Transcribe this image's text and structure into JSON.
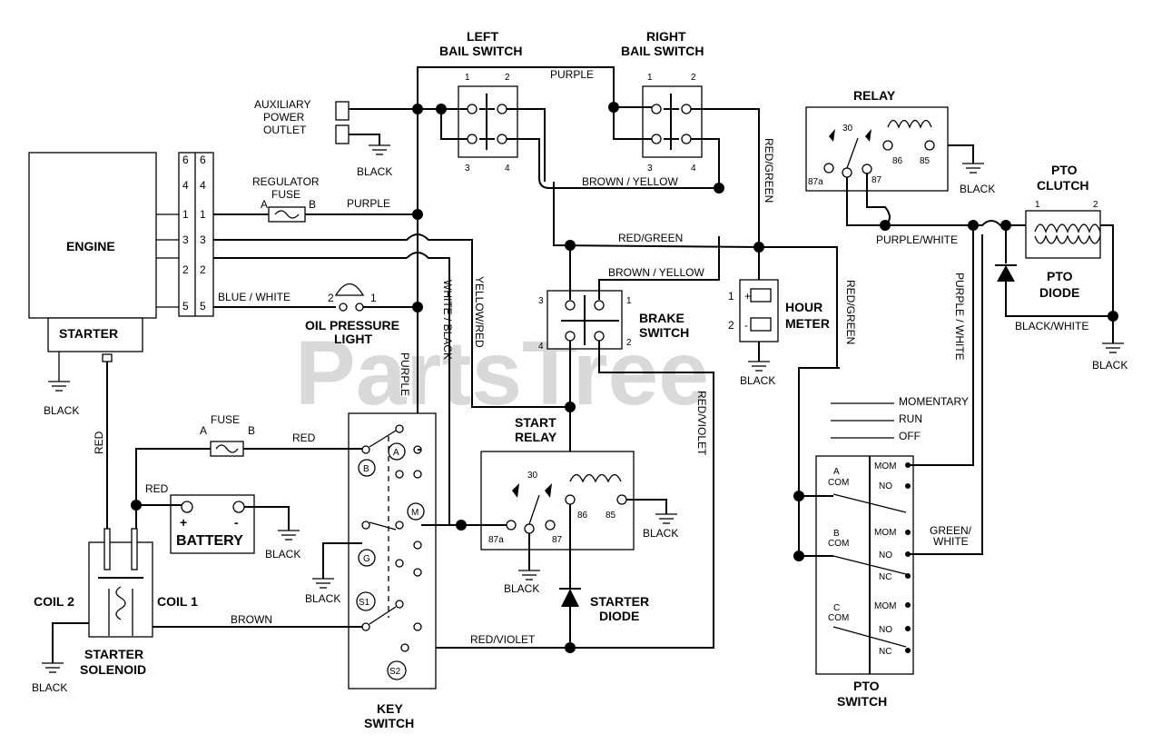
{
  "components": {
    "left_bail_switch": [
      "LEFT",
      "BAIL SWITCH"
    ],
    "right_bail_switch": [
      "RIGHT",
      "BAIL SWITCH"
    ],
    "relay": "RELAY",
    "pto_clutch": [
      "PTO",
      "CLUTCH"
    ],
    "pto_diode": [
      "PTO",
      "DIODE"
    ],
    "auxiliary_power_outlet": [
      "AUXILIARY",
      "POWER",
      "OUTLET"
    ],
    "engine": "ENGINE",
    "starter": "STARTER",
    "regulator_fuse": [
      "REGULATOR",
      "FUSE"
    ],
    "oil_pressure_light": [
      "OIL PRESSURE",
      "LIGHT"
    ],
    "hour_meter": [
      "HOUR",
      "METER"
    ],
    "brake_switch": [
      "BRAKE",
      "SWITCH"
    ],
    "fuse": "FUSE",
    "battery": "BATTERY",
    "start_relay": [
      "START",
      "RELAY"
    ],
    "starter_diode": [
      "STARTER",
      "DIODE"
    ],
    "starter_solenoid": [
      "STARTER",
      "SOLENOID"
    ],
    "coil_1": "COIL 1",
    "coil_2": "COIL 2",
    "key_switch": [
      "KEY",
      "SWITCH"
    ],
    "pto_switch": [
      "PTO",
      "SWITCH"
    ]
  },
  "wire_labels": {
    "purple": "PURPLE",
    "brown_yellow": "BROWN / YELLOW",
    "red_green": "RED/GREEN",
    "purple_white": "PURPLE/WHITE",
    "purple_white_spaced": "PURPLE / WHITE",
    "black_white": "BLACK/WHITE",
    "black": "BLACK",
    "blue_white": "BLUE / WHITE",
    "white_black": "WHITE / BLACK",
    "yellow_red": "YELLOW/RED",
    "red_violet": "RED/VIOLET",
    "red": "RED",
    "brown": "BROWN",
    "green_white": [
      "GREEN/",
      "WHITE"
    ]
  },
  "terminals": {
    "bail": [
      "1",
      "2",
      "3",
      "4"
    ],
    "relay": [
      "30",
      "87a",
      "87",
      "86",
      "85"
    ],
    "fuse_ab": [
      "A",
      "B"
    ],
    "pto_clutch": [
      "1",
      "2"
    ],
    "engine_connector": [
      "6",
      "4",
      "1",
      "3",
      "2",
      "5"
    ],
    "oil_light": [
      "2",
      "1"
    ],
    "hour_meter": [
      "1",
      "2",
      "+",
      "-"
    ],
    "brake": [
      "3",
      "1",
      "4",
      "2"
    ],
    "battery": [
      "+",
      "-"
    ],
    "key_switch": [
      "A",
      "B",
      "M",
      "G",
      "S1",
      "S2"
    ],
    "pto_switch": {
      "positions": [
        "MOMENTARY",
        "RUN",
        "OFF"
      ],
      "coms": [
        [
          "A",
          "COM"
        ],
        [
          "B",
          "COM"
        ],
        [
          "C",
          "COM"
        ]
      ],
      "contacts": [
        "MOM",
        "NO",
        "NC"
      ]
    }
  },
  "watermark": "PartsTree"
}
